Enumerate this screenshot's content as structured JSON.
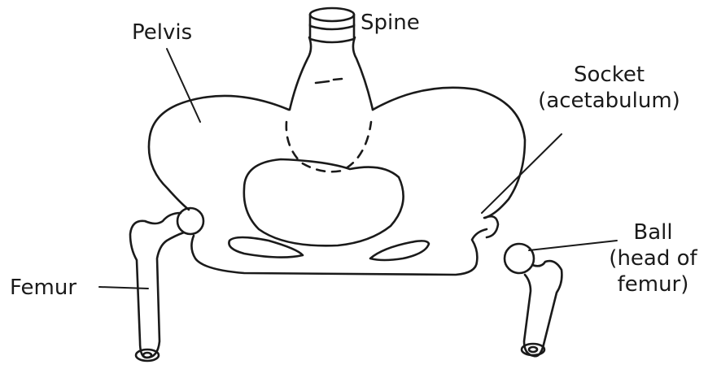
{
  "labels": {
    "pelvis": "Pelvis",
    "spine": "Spine",
    "socket_line1": "Socket",
    "socket_line2": "(acetabulum)",
    "ball_line1": "Ball",
    "ball_line2": "(head of",
    "ball_line3": "femur)",
    "femur": "Femur"
  },
  "colors": {
    "ink": "#1a1a1a",
    "background": "#ffffff"
  }
}
